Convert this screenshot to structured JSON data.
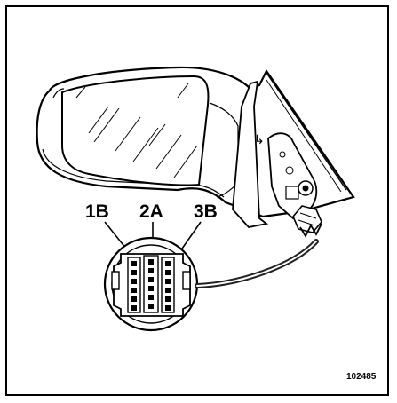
{
  "figure": {
    "callouts": {
      "left": "1B",
      "center": "2A",
      "right": "3B"
    },
    "reference_number": "102485"
  },
  "colors": {
    "ink": "#000000",
    "paper": "#ffffff",
    "cable": "#222222"
  }
}
